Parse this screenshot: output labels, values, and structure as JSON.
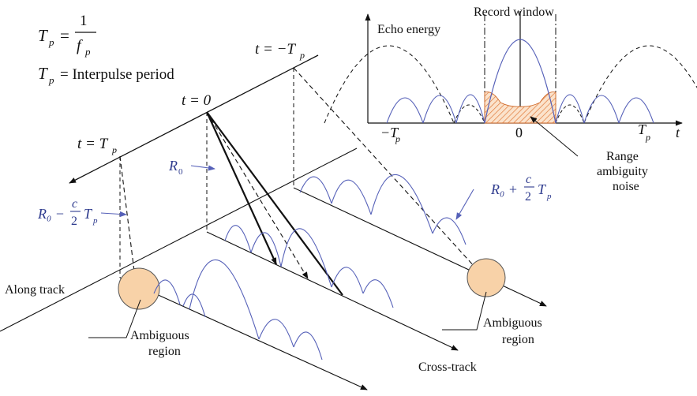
{
  "formulas": {
    "tp_lhs": "T",
    "tp_sub": "p",
    "equals": "=",
    "frac_num": "1",
    "frac_den": "f",
    "frac_den_sub": "p",
    "period_text": "= Interpulse period"
  },
  "time_labels": {
    "t_neg": "t = −T",
    "t_zero": "t = 0",
    "t_pos": "t = T",
    "sub": "p"
  },
  "range_labels": {
    "r0": "R",
    "r0_sub": "0",
    "minus_text": "R₀ −",
    "plus_text": "R₀ +",
    "c": "c",
    "two": "2",
    "T": "T",
    "p": "p"
  },
  "axis_labels": {
    "along_track": "Along track",
    "cross_track": "Cross-track"
  },
  "regions": {
    "ambiguous_left_1": "Ambiguous",
    "ambiguous_left_2": "region",
    "ambiguous_right_1": "Ambiguous",
    "ambiguous_right_2": "region"
  },
  "inset": {
    "ylabel": "Echo energy",
    "title": "Record window",
    "tick_neg": "−T",
    "tick_zero": "0",
    "tick_pos": "T",
    "tick_sub": "p",
    "xlabel": "t",
    "noise_1": "Range",
    "noise_2": "ambiguity",
    "noise_3": "noise"
  },
  "colors": {
    "lobe": "#5560b8",
    "ink": "#111111",
    "label_blue": "#2e3b8e",
    "region_fill": "#f8d2a8",
    "hatch": "#e07a3a"
  }
}
